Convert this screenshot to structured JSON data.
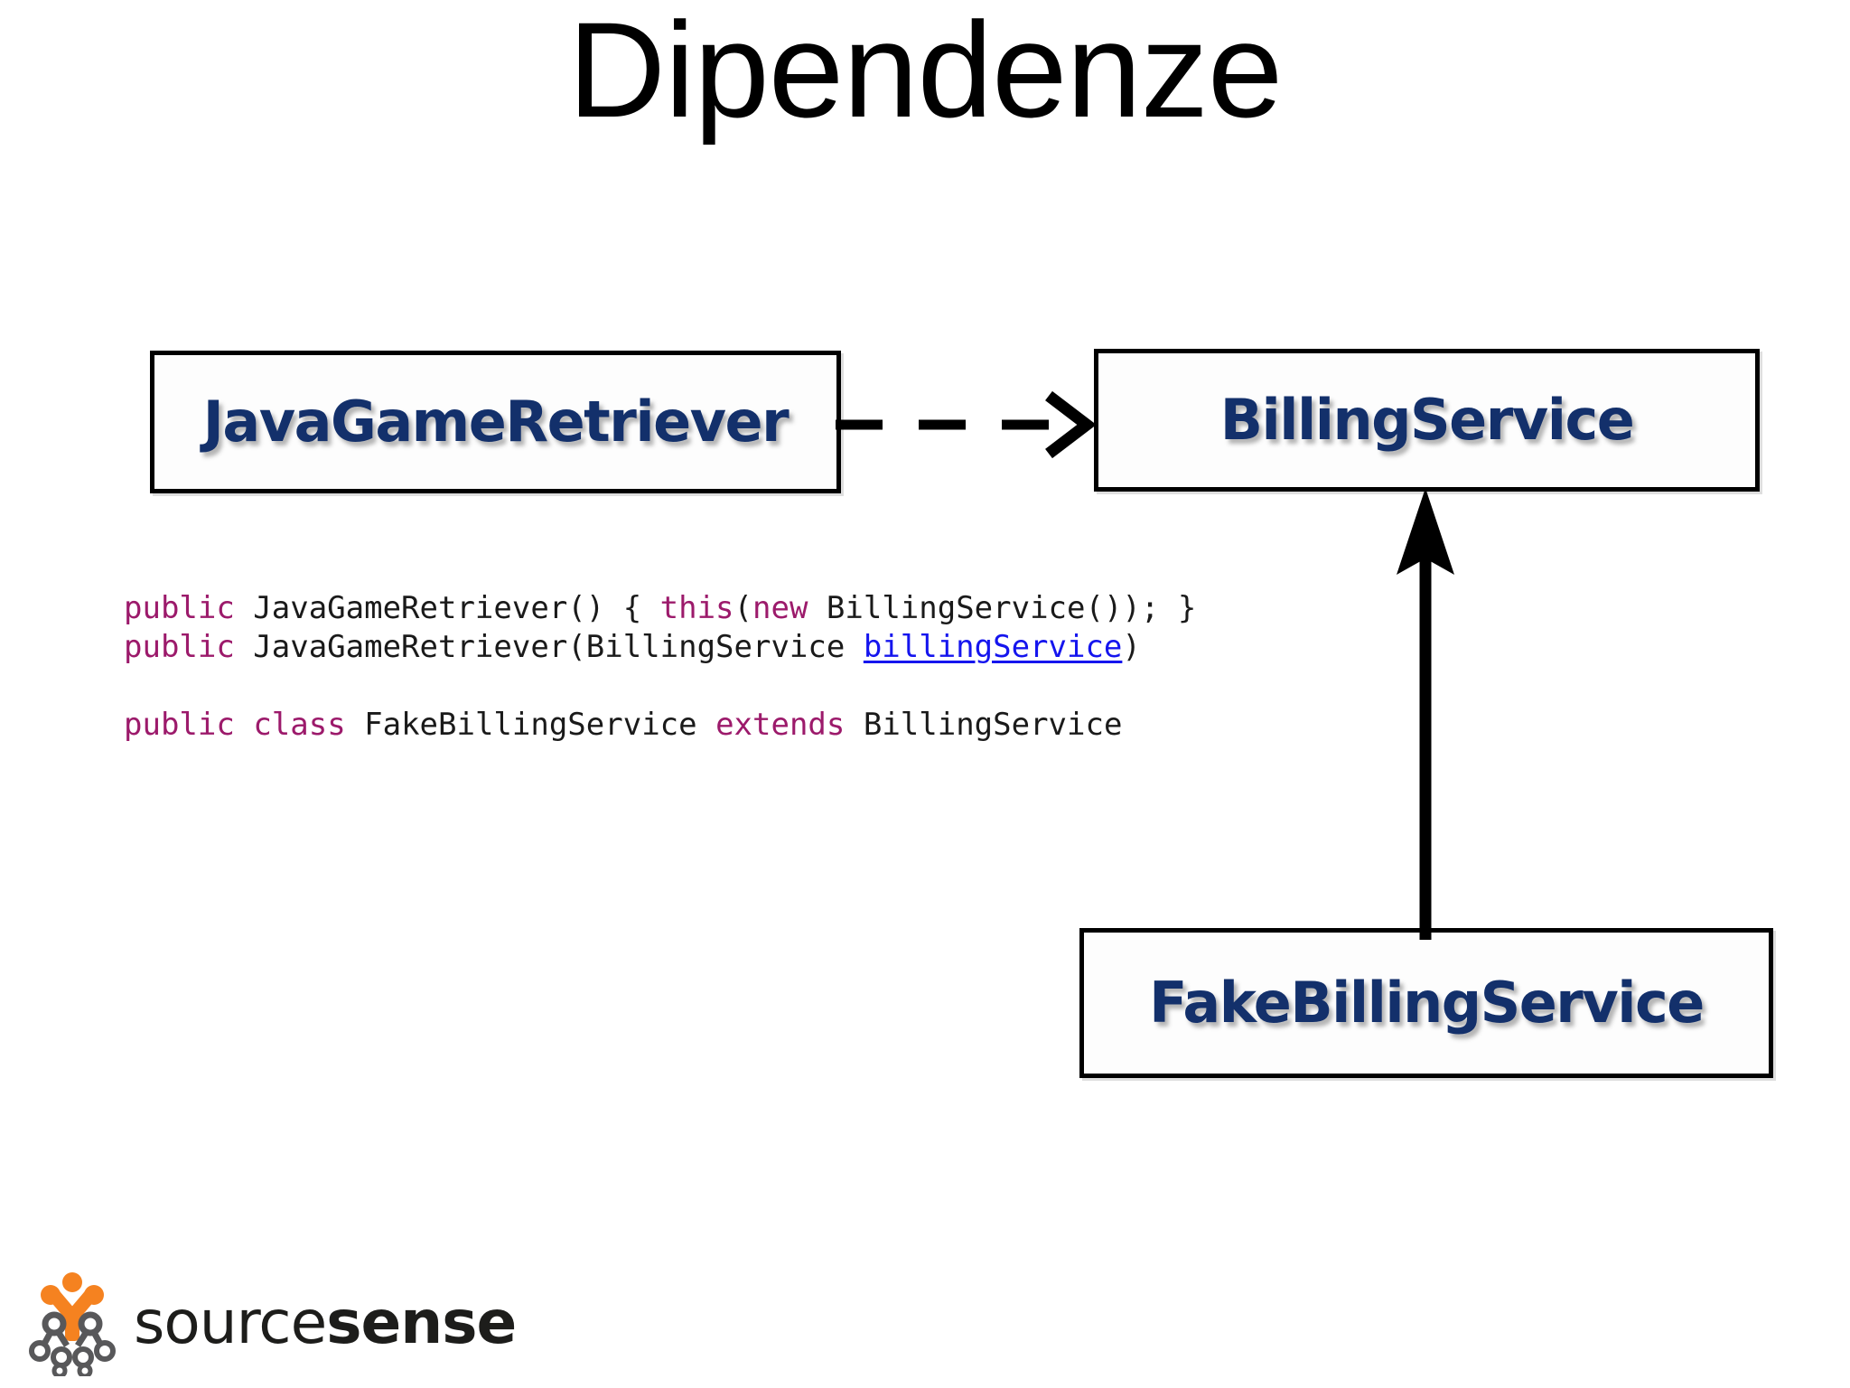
{
  "slide": {
    "title": "Dipendenze",
    "background_color": "#ffffff"
  },
  "diagram": {
    "type": "uml-class-diagram",
    "box_text_color": "#13306b",
    "box_border_color": "#000000",
    "nodes": [
      {
        "id": "javagameretriever",
        "label": "JavaGameRetriever"
      },
      {
        "id": "billingservice",
        "label": "BillingService"
      },
      {
        "id": "fakebillingservice",
        "label": "FakeBillingService"
      }
    ],
    "edges": [
      {
        "id": "dependency",
        "from": "javagameretriever",
        "to": "billingservice",
        "style": "dashed",
        "arrowhead": "open",
        "relation": "dependency"
      },
      {
        "id": "inheritance",
        "from": "fakebillingservice",
        "to": "billingservice",
        "style": "solid",
        "arrowhead": "filled",
        "relation": "generalization"
      }
    ]
  },
  "code": {
    "keyword_color": "#9c1a6b",
    "link_color": "#1515ee",
    "text_color": "#1a1a1a",
    "lines": [
      {
        "id": "line-1",
        "tokens": [
          {
            "t": "public",
            "k": "kw"
          },
          {
            "t": " JavaGameRetriever() { ",
            "k": "pl"
          },
          {
            "t": "this",
            "k": "kw"
          },
          {
            "t": "(",
            "k": "pl"
          },
          {
            "t": "new",
            "k": "kw"
          },
          {
            "t": " BillingService()); }",
            "k": "pl"
          }
        ]
      },
      {
        "id": "line-2",
        "tokens": [
          {
            "t": "public",
            "k": "kw"
          },
          {
            "t": " JavaGameRetriever(BillingService ",
            "k": "pl"
          },
          {
            "t": "billingService",
            "k": "lnk"
          },
          {
            "t": ")",
            "k": "pl"
          }
        ]
      },
      {
        "id": "line-3",
        "tokens": []
      },
      {
        "id": "line-4",
        "tokens": [
          {
            "t": "public",
            "k": "kw"
          },
          {
            "t": " ",
            "k": "pl"
          },
          {
            "t": "class",
            "k": "kw"
          },
          {
            "t": " FakeBillingService ",
            "k": "pl"
          },
          {
            "t": "extends",
            "k": "kw"
          },
          {
            "t": " BillingService",
            "k": "pl"
          }
        ]
      }
    ]
  },
  "footer": {
    "logo_icon": "sourcesense-network-tree-icon",
    "brand_light": "source",
    "brand_bold": "sense",
    "accent_color": "#F58220",
    "node_color": "#58585a",
    "text_color": "#1d1d1b"
  }
}
